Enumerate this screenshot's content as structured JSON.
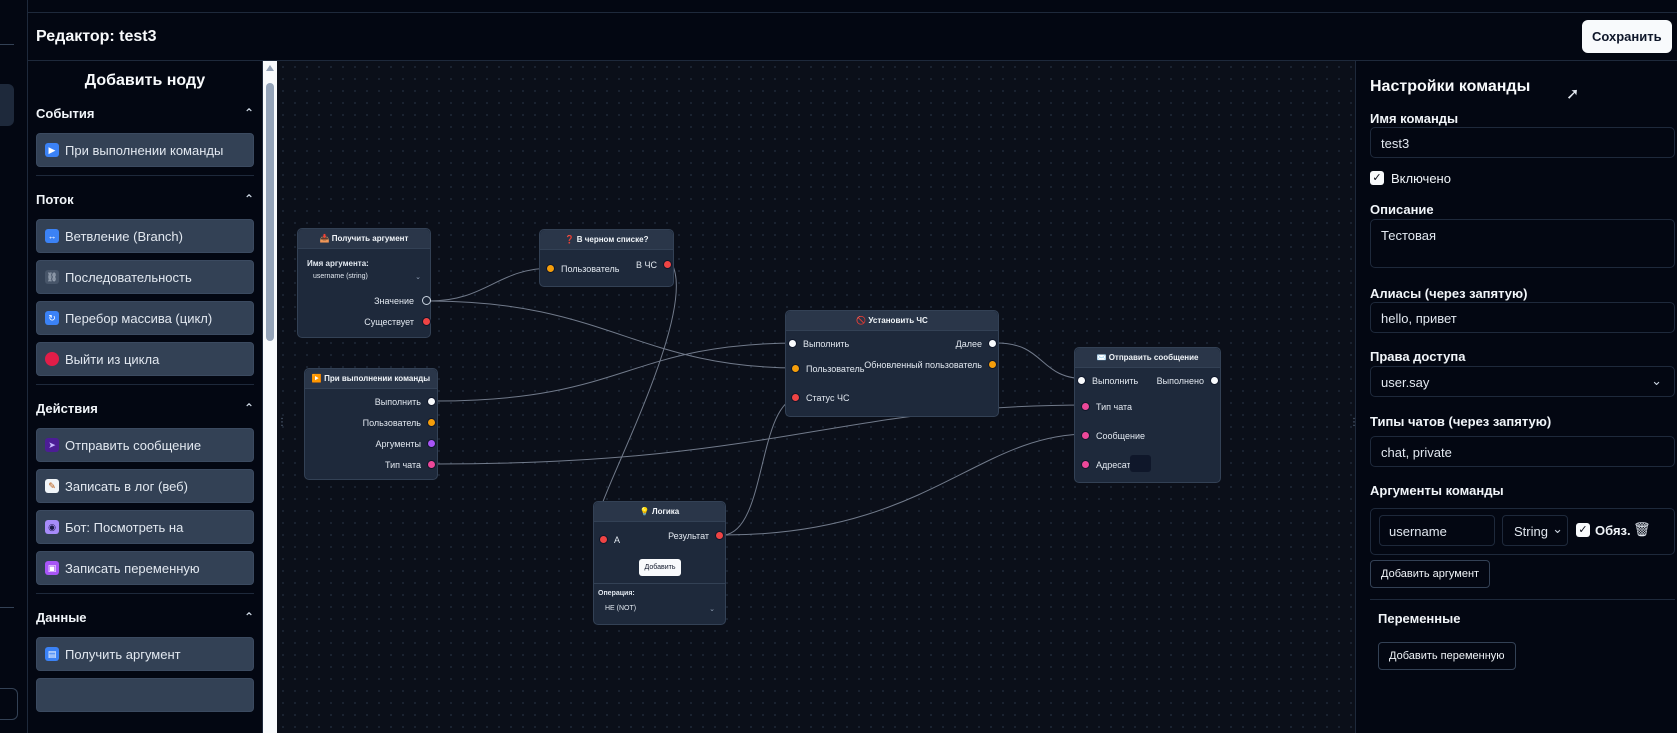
{
  "header": {
    "title": "Редактор: test3",
    "save_label": "Сохранить"
  },
  "palette": {
    "title": "Добавить ноду",
    "sections": [
      {
        "label": "События",
        "items": [
          {
            "label": "При выполнении команды",
            "icon": "play-icon",
            "color": "#3b82f6",
            "glyph": "▶"
          }
        ]
      },
      {
        "label": "Поток",
        "items": [
          {
            "label": "Ветвление (Branch)",
            "icon": "branch-icon",
            "color": "#3b82f6",
            "glyph": "↔"
          },
          {
            "label": "Последовательность",
            "icon": "chain-icon",
            "color": "#475569",
            "glyph": "⛓"
          },
          {
            "label": "Перебор массива (цикл)",
            "icon": "loop-icon",
            "color": "#3b82f6",
            "glyph": "↻"
          },
          {
            "label": "Выйти из цикла",
            "icon": "stop-circle-icon",
            "color": "#e11d48",
            "glyph": ""
          }
        ]
      },
      {
        "label": "Действия",
        "items": [
          {
            "label": "Отправить сообщение",
            "icon": "send-icon",
            "color": "#7c3aed",
            "glyph": "➤"
          },
          {
            "label": "Записать в лог (веб)",
            "icon": "log-icon",
            "color": "#f1f5f9",
            "glyph": "✎"
          },
          {
            "label": "Бот: Посмотреть на",
            "icon": "bot-icon",
            "color": "#a78bfa",
            "glyph": "◉"
          },
          {
            "label": "Записать переменную",
            "icon": "save-icon",
            "color": "#a855f7",
            "glyph": "▣"
          }
        ]
      },
      {
        "label": "Данные",
        "items": [
          {
            "label": "Получить аргумент",
            "icon": "inbox-icon",
            "color": "#3b82f6",
            "glyph": "▤"
          }
        ]
      }
    ]
  },
  "nodes": {
    "get_arg": {
      "title": "📥 Получить аргумент",
      "arg_label": "Имя аргумента:",
      "arg_value": "username (string)",
      "out_value": "Значение",
      "out_exists": "Существует"
    },
    "blacklist": {
      "title": "❓ В черном списке?",
      "in_user": "Пользователь",
      "out_bl": "В ЧС"
    },
    "on_command": {
      "title": "▶️ При выполнении команды",
      "out_exec": "Выполнить",
      "out_user": "Пользователь",
      "out_args": "Аргументы",
      "out_chat": "Тип чата"
    },
    "set_bl": {
      "title": "🚫 Установить ЧС",
      "in_exec": "Выполнить",
      "in_user": "Пользователь",
      "in_status": "Статус ЧС",
      "out_next": "Далее",
      "out_user": "Обновленный пользователь"
    },
    "send_msg": {
      "title": "✉️ Отправить сообщение",
      "in_exec": "Выполнить",
      "out_done": "Выполнено",
      "in_chat": "Тип чата",
      "in_msg": "Сообщение",
      "in_to": "Адресат"
    },
    "logic": {
      "title": "💡 Логика",
      "in_a": "A",
      "out_result": "Результат",
      "add_label": "Добавить",
      "op_label": "Операция:",
      "op_value": "НЕ (NOT)"
    }
  },
  "settings": {
    "title": "Настройки команды",
    "name_label": "Имя команды",
    "name_value": "test3",
    "enabled_label": "Включено",
    "desc_label": "Описание",
    "desc_value": "Тестовая",
    "aliases_label": "Алиасы (через запятую)",
    "aliases_value": "hello, привет",
    "perm_label": "Права доступа",
    "perm_value": "user.say",
    "chat_types_label": "Типы чатов (через запятую)",
    "chat_types_value": "chat, private",
    "args_label": "Аргументы команды",
    "arg_name": "username",
    "arg_type": "String",
    "arg_required": "Обяз.",
    "add_arg_label": "Добавить аргумент",
    "vars_label": "Переменные",
    "add_var_label": "Добавить переменную"
  }
}
